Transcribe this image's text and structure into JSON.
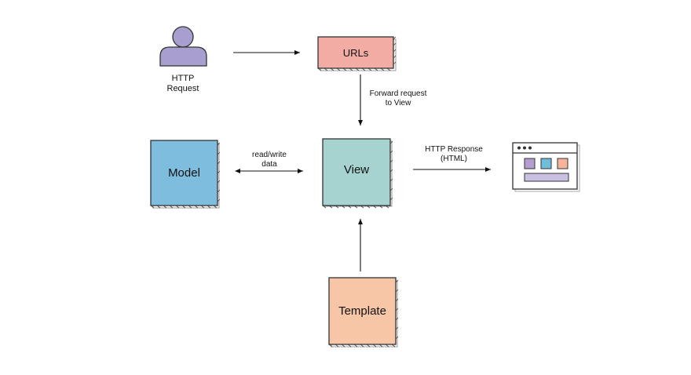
{
  "nodes": {
    "http_request": {
      "label_line1": "HTTP",
      "label_line2": "Request",
      "fill": "#a99fce"
    },
    "urls": {
      "label": "URLs",
      "fill": "#f2aca4"
    },
    "view": {
      "label": "View",
      "fill": "#a6d3cf"
    },
    "model": {
      "label": "Model",
      "fill": "#7fbddf"
    },
    "template": {
      "label": "Template",
      "fill": "#f6c6a6"
    }
  },
  "edges": {
    "forward": {
      "line1": "Forward request",
      "line2": "to View"
    },
    "read_write": {
      "line1": "read/write",
      "line2": "data"
    },
    "response": {
      "line1": "HTTP Response",
      "line2": "(HTML)"
    }
  },
  "browser_icon": {
    "square_colors": [
      "#b29fd0",
      "#71bcd8",
      "#f6b49a"
    ],
    "bar_fill": "#c9c0e2"
  }
}
